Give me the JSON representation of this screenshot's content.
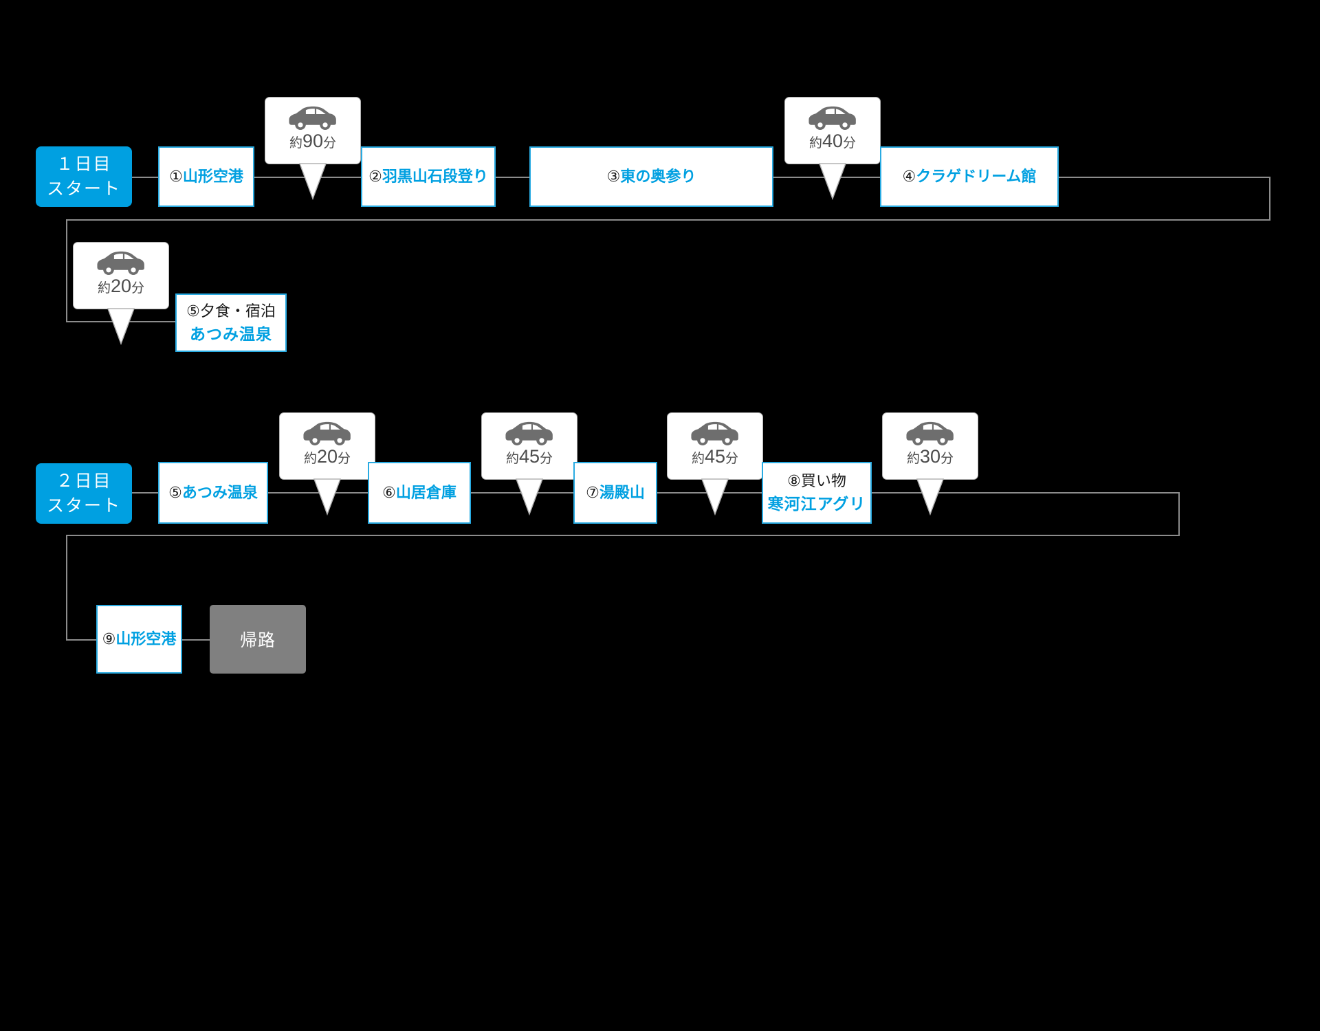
{
  "diagram": {
    "type": "travel-itinerary-flowchart",
    "background_color": "#000000",
    "accent_color": "#00A0E1",
    "box_border_color": "#29ABE2",
    "line_color": "#8c8c8c",
    "return_box_color": "#808080"
  },
  "day1": {
    "start": {
      "line1": "１日目",
      "line2": "スタート"
    },
    "stops": [
      {
        "num": "①",
        "name": "山形空港"
      },
      {
        "num": "②",
        "name": "羽黒山石段登り"
      },
      {
        "num": "③",
        "name": "東の奥参り"
      },
      {
        "num": "④",
        "name": "クラゲドリーム館"
      },
      {
        "num": "⑤",
        "activity": "夕食・宿泊",
        "name": "あつみ温泉"
      }
    ],
    "travel": [
      {
        "icon": "car-icon",
        "prefix": "約",
        "minutes": "90",
        "unit": "分"
      },
      {
        "icon": "car-icon",
        "prefix": "約",
        "minutes": "40",
        "unit": "分"
      },
      {
        "icon": "car-icon",
        "prefix": "約",
        "minutes": "20",
        "unit": "分"
      }
    ]
  },
  "day2": {
    "start": {
      "line1": "２日目",
      "line2": "スタート"
    },
    "stops": [
      {
        "num": "⑤",
        "name": "あつみ温泉"
      },
      {
        "num": "⑥",
        "name": "山居倉庫"
      },
      {
        "num": "⑦",
        "name": "湯殿山"
      },
      {
        "num": "⑧",
        "activity": "買い物",
        "name": "寒河江アグリ"
      },
      {
        "num": "⑨",
        "name": "山形空港"
      }
    ],
    "travel": [
      {
        "icon": "car-icon",
        "prefix": "約",
        "minutes": "20",
        "unit": "分"
      },
      {
        "icon": "car-icon",
        "prefix": "約",
        "minutes": "45",
        "unit": "分"
      },
      {
        "icon": "car-icon",
        "prefix": "約",
        "minutes": "45",
        "unit": "分"
      },
      {
        "icon": "car-icon",
        "prefix": "約",
        "minutes": "30",
        "unit": "分"
      }
    ],
    "end": {
      "label": "帰路"
    }
  }
}
